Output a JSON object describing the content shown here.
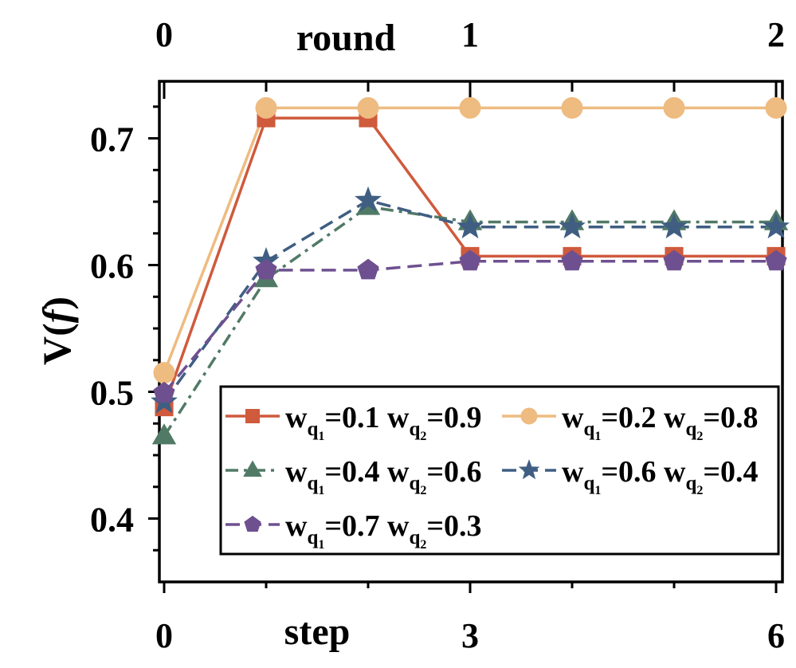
{
  "chart_data": {
    "type": "line",
    "xlabel": "step",
    "ylabel_prefix": "V(",
    "ylabel_italic": "f",
    "ylabel_suffix": ")",
    "top_xlabel": "round",
    "x": [
      0,
      1,
      2,
      3,
      4,
      5,
      6
    ],
    "xlim": [
      0,
      6
    ],
    "ylim": [
      0.35,
      0.745
    ],
    "x_ticks": [
      0,
      3,
      6
    ],
    "x_tick_labels": [
      "0",
      "3",
      "6"
    ],
    "top_ticks": [
      0,
      3,
      6
    ],
    "top_tick_labels": [
      "0",
      "1",
      "2"
    ],
    "y_ticks": [
      0.4,
      0.5,
      0.6,
      0.7
    ],
    "y_tick_labels": [
      "0.4",
      "0.5",
      "0.6",
      "0.7"
    ],
    "grid": false,
    "legend_position": "lower-right",
    "series": [
      {
        "w1": "0.1",
        "w2": "0.9",
        "values": [
          0.488,
          0.716,
          0.716,
          0.607,
          0.607,
          0.607,
          0.607
        ],
        "color": "#cf5a3c",
        "marker": "square",
        "dash": "solid"
      },
      {
        "w1": "0.2",
        "w2": "0.8",
        "values": [
          0.515,
          0.724,
          0.724,
          0.724,
          0.724,
          0.724,
          0.724
        ],
        "color": "#eebb80",
        "marker": "circle",
        "dash": "solid"
      },
      {
        "w1": "0.4",
        "w2": "0.6",
        "values": [
          0.465,
          0.589,
          0.646,
          0.634,
          0.634,
          0.634,
          0.634
        ],
        "color": "#517a66",
        "marker": "triangle",
        "dash": "dashdot"
      },
      {
        "w1": "0.6",
        "w2": "0.4",
        "values": [
          0.492,
          0.603,
          0.651,
          0.63,
          0.63,
          0.63,
          0.63
        ],
        "color": "#3f5e82",
        "marker": "star",
        "dash": "dashed"
      },
      {
        "w1": "0.7",
        "w2": "0.3",
        "values": [
          0.499,
          0.596,
          0.596,
          0.603,
          0.603,
          0.603,
          0.603
        ],
        "color": "#6e5090",
        "marker": "pentagon",
        "dash": "dashed"
      }
    ]
  }
}
